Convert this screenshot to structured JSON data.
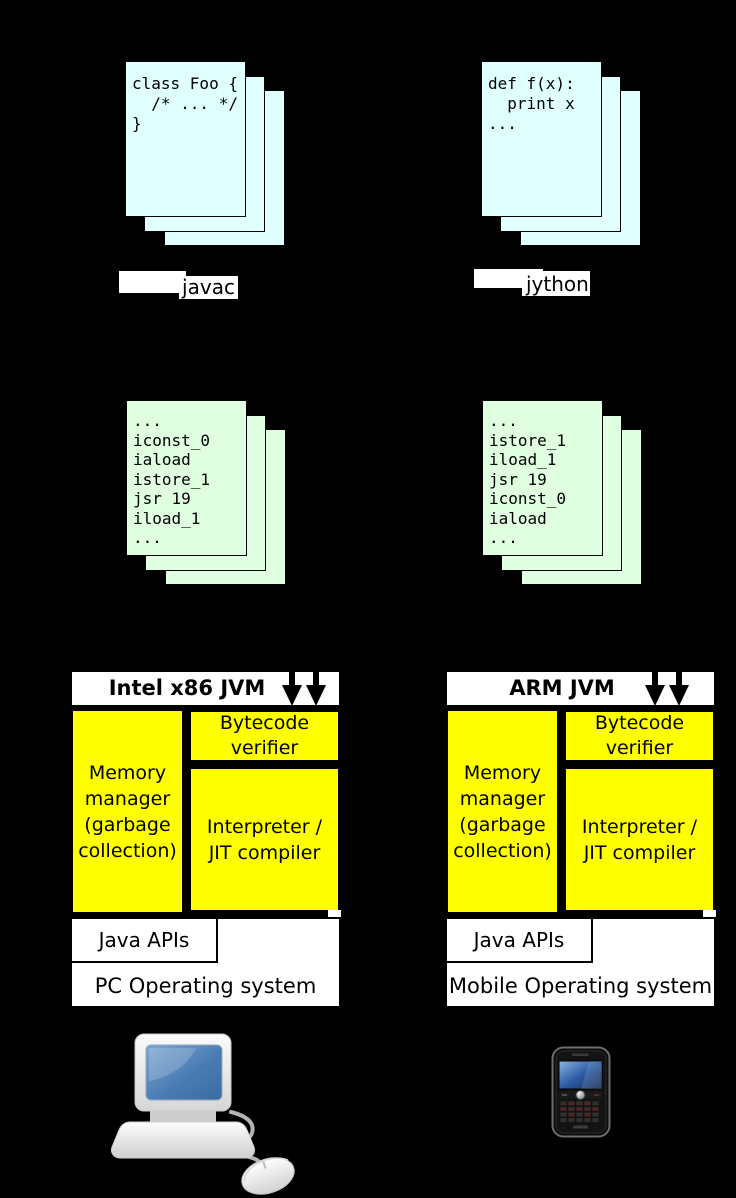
{
  "colors": {
    "background": "#000000",
    "source_page": "#e0ffff",
    "bytecode_page": "#e0ffe0",
    "jvm_component_fill": "#ffff00",
    "panel_fill": "#ffffff",
    "text": "#000000"
  },
  "stacks": {
    "java_source": {
      "code": [
        "class Foo {",
        "  /* ... */",
        "}"
      ]
    },
    "python_source": {
      "code": [
        "def f(x):",
        "  print x",
        "..."
      ]
    },
    "java_bytecode": {
      "code": [
        "...",
        "iconst_0",
        "iaload",
        "istore_1",
        "jsr 19",
        "iload_1",
        "..."
      ]
    },
    "python_bytecode": {
      "code": [
        "...",
        "istore_1",
        "iload_1",
        "jsr 19",
        "iconst_0",
        "iaload",
        "..."
      ]
    }
  },
  "compiler_labels": {
    "javac": "javac",
    "jython": "jython"
  },
  "platforms": [
    {
      "title": "Intel x86 JVM",
      "memory_manager_lines": [
        "Memory",
        "manager",
        "(garbage",
        "collection)"
      ],
      "bytecode_verifier_lines": [
        "Bytecode",
        "verifier"
      ],
      "interpreter_lines": [
        "Interpreter /",
        "JIT compiler"
      ],
      "apis_label": "Java APIs",
      "os_label": "PC Operating system"
    },
    {
      "title": "ARM JVM",
      "memory_manager_lines": [
        "Memory",
        "manager",
        "(garbage",
        "collection)"
      ],
      "bytecode_verifier_lines": [
        "Bytecode",
        "verifier"
      ],
      "interpreter_lines": [
        "Interpreter /",
        "JIT compiler"
      ],
      "apis_label": "Java APIs",
      "os_label": "Mobile Operating system"
    }
  ],
  "icons": {
    "pc_device": "computer-icon",
    "mobile_device": "smartphone-icon",
    "bytecode_flow": "down-arrow-icon"
  }
}
